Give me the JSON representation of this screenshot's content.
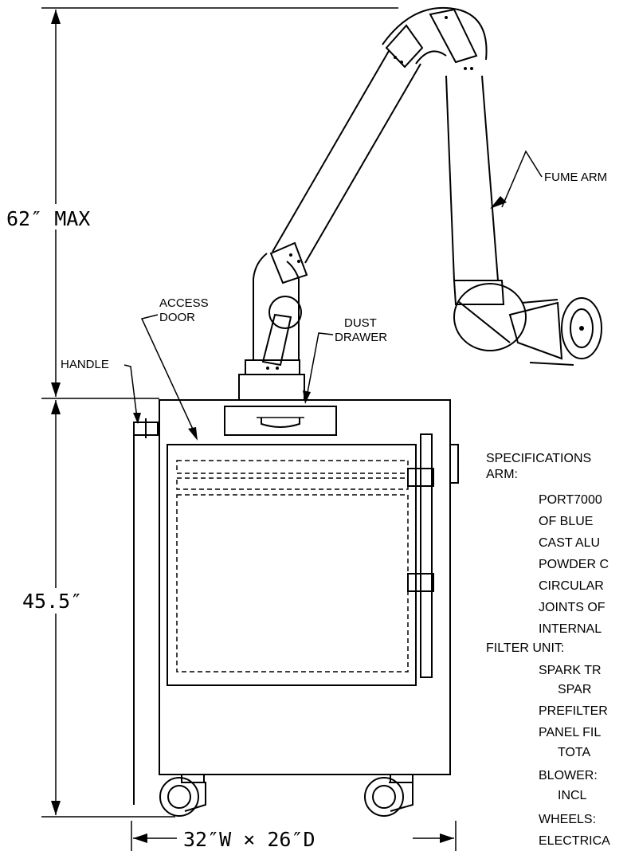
{
  "dimensions": {
    "height_max": "62″ MAX",
    "cabinet_height": "45.5″",
    "footprint": "32″W × 26″D"
  },
  "callouts": {
    "fume_arm": "FUME ARM",
    "access_door_line1": "ACCESS",
    "access_door_line2": "DOOR",
    "dust_drawer_line1": "DUST",
    "dust_drawer_line2": "DRAWER",
    "handle": "HANDLE"
  },
  "specifications": {
    "title": "SPECIFICATIONS",
    "arm_heading": "ARM:",
    "arm_lines": [
      "PORT7000",
      "OF BLUE",
      "CAST ALU",
      "POWDER C",
      "CIRCULAR",
      "JOINTS OF",
      "INTERNAL"
    ],
    "filter_heading": "FILTER UNIT:",
    "filter_lines": [
      "SPARK TR",
      "SPAR",
      "PREFILTER",
      "PANEL FIL",
      "TOTA",
      "BLOWER:",
      "INCL",
      "WHEELS:",
      "ELECTRICA"
    ]
  }
}
